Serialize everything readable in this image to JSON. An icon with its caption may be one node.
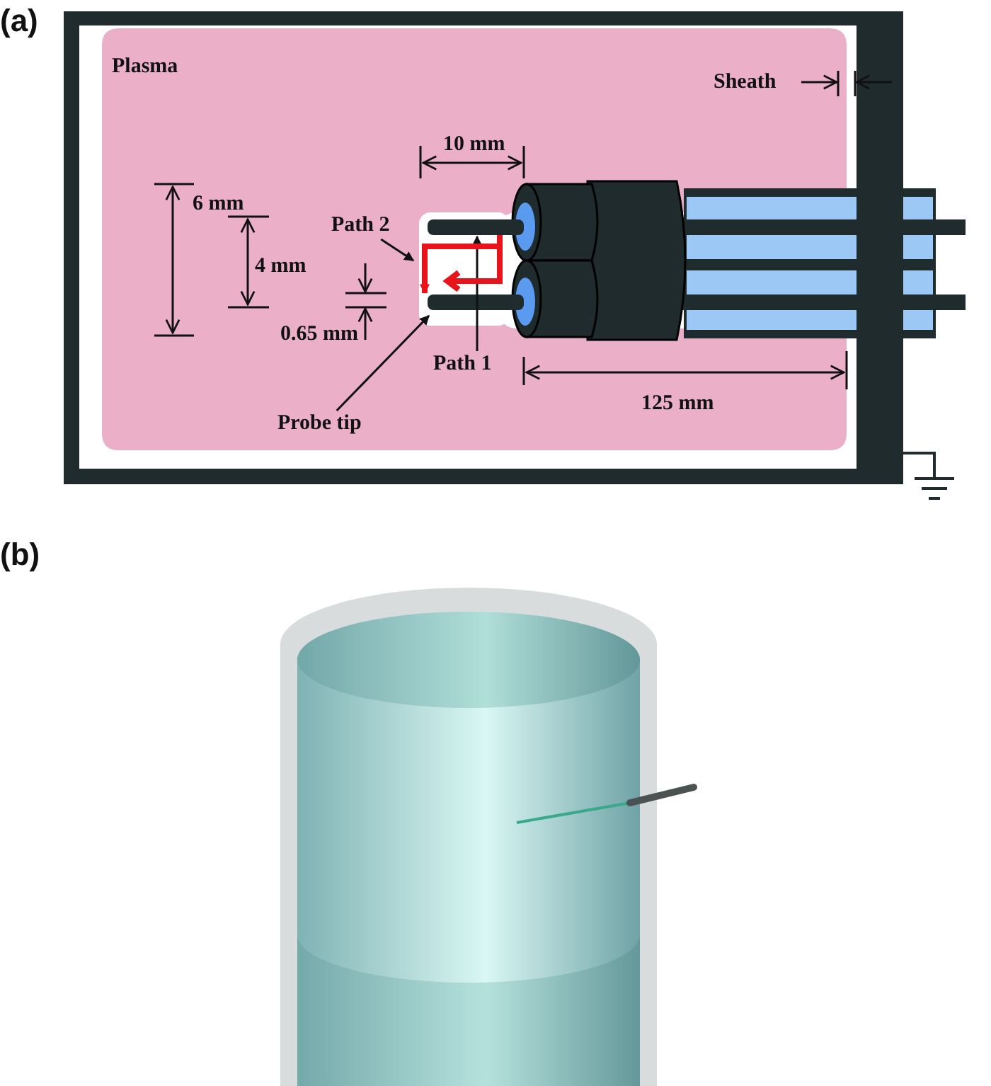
{
  "diagram": {
    "nodes": [
      {
        "text": [
          "Path 2"
        ]
      },
      {
        "text": [
          "Probe tip"
        ]
      },
      {
        "text": [
          "Path 1"
        ]
      },
      {
        "text": [],
        "shape": "bar"
      },
      {
        "text": [],
        "shape": "bar"
      }
    ],
    "edges": [
      {
        "from": 0,
        "to": null,
        "arrow": "to"
      },
      {
        "from": 1,
        "to": 4,
        "arrow": "to"
      },
      {
        "from": 2,
        "to": 3,
        "arrow": "to"
      },
      {
        "from": 3,
        "to": 4,
        "arrow": "to",
        "style": "thick",
        "color": "#e8141c"
      }
    ],
    "labels": [
      "(a)",
      "Plasma",
      "Sheath",
      "10 mm",
      "6 mm",
      "4 mm",
      "0.65 mm",
      "125 mm",
      "(b)"
    ]
  }
}
